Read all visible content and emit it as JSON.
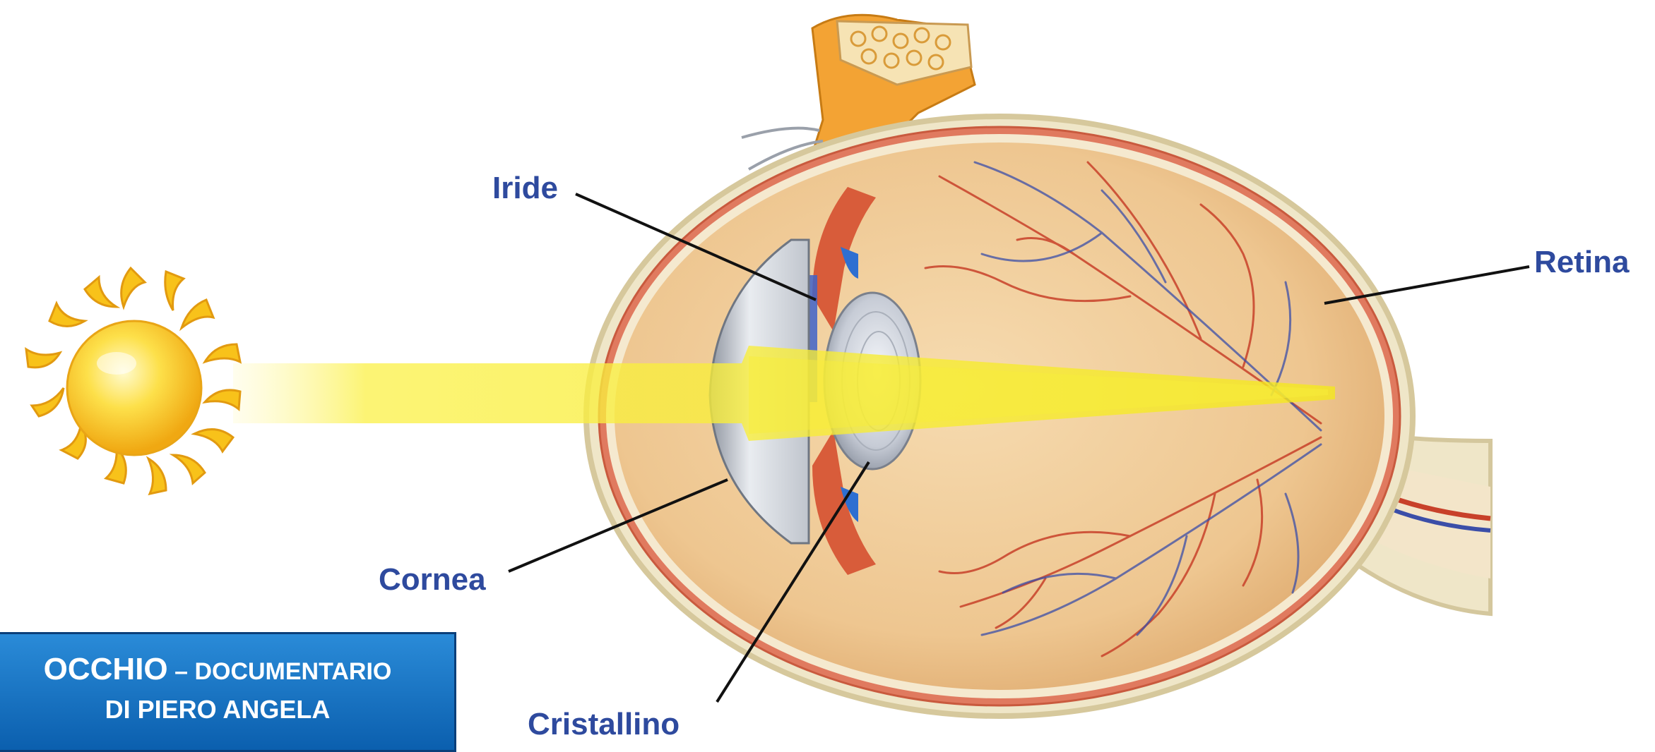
{
  "labels": {
    "iride": "Iride",
    "cornea": "Cornea",
    "cristallino": "Cristallino",
    "retina": "Retina"
  },
  "banner": {
    "title_main": "OCCHIO",
    "title_rest": " – DOCUMENTARIO",
    "subtitle": "DI PIERO ANGELA"
  },
  "colors": {
    "label_text": "#2e4a9e",
    "banner_bg": "#1776c8",
    "sclera": "#efe6c8",
    "choroid": "#e07a5f",
    "eyeball_fill": "#f1cf9b",
    "light_beam": "#f7ee3a",
    "sun": "#f8c21a",
    "vessel_red": "#c8412a",
    "vessel_blue": "#3b4ea8",
    "fat_tissue": "#f3a334"
  },
  "icons": [
    "sun-icon",
    "eye-cross-section",
    "light-beam"
  ]
}
